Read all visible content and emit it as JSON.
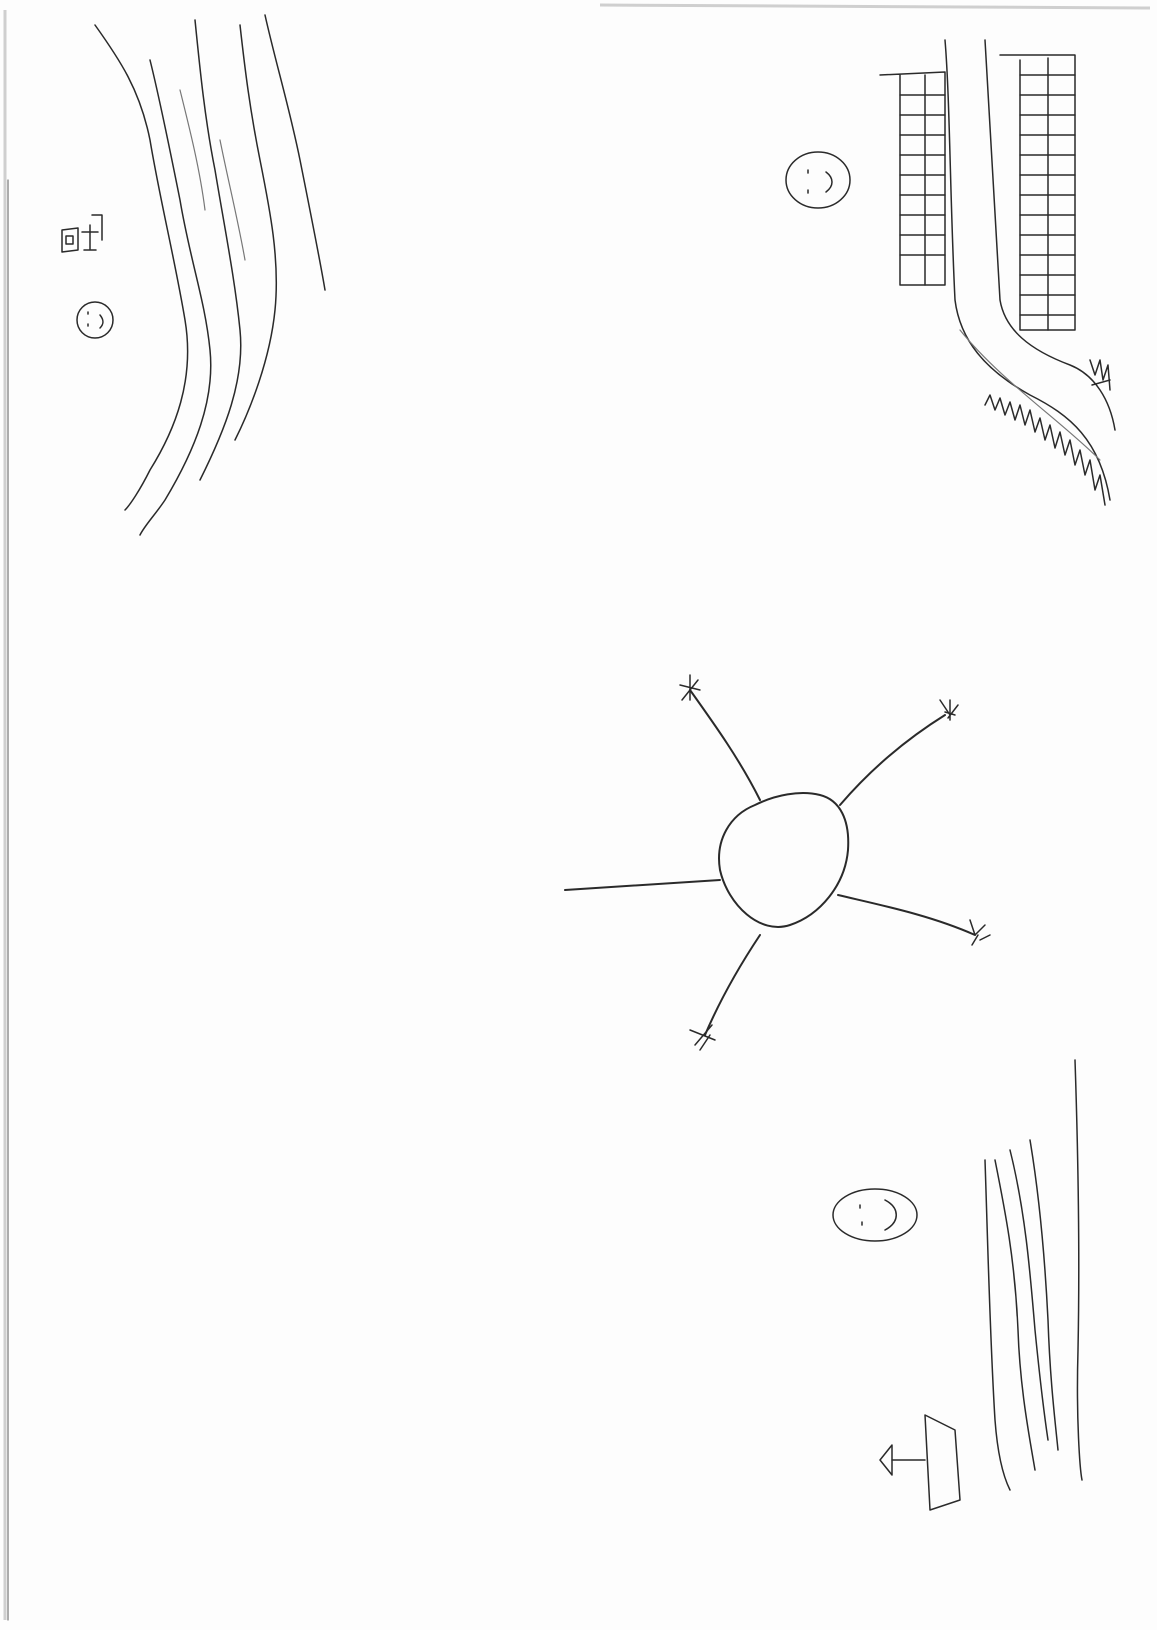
{
  "drawing": {
    "ink_color": "#2a2a2a",
    "paper_color": "#fdfdfd",
    "panels": [
      {
        "id": "panel-top-left",
        "icon": "smiley-face-icon",
        "contents": [
          "river",
          "small-house"
        ]
      },
      {
        "id": "panel-top-right",
        "icon": "smiley-face-icon",
        "contents": [
          "road",
          "fence",
          "bushes"
        ]
      },
      {
        "id": "panel-center",
        "icon": "star-creature-icon",
        "contents": [
          "blob-with-limbs"
        ]
      },
      {
        "id": "panel-bottom-right",
        "icon": "smiley-face-icon",
        "contents": [
          "water-lines",
          "boat"
        ]
      }
    ]
  }
}
